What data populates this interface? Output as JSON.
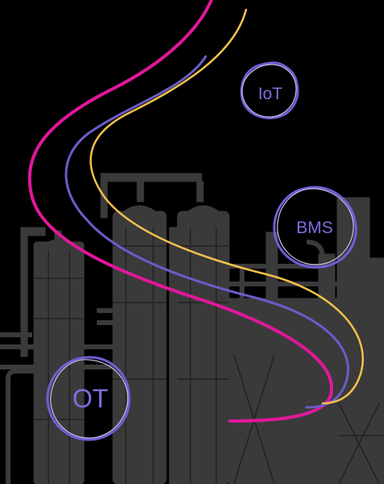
{
  "badges": {
    "iot": {
      "label": "IoT"
    },
    "bms": {
      "label": "BMS"
    },
    "ot": {
      "label": "OT"
    }
  },
  "colors": {
    "background": "#000000",
    "plant_silhouette": "#3a3a3a",
    "plant_detail": "#2a2a2a",
    "stream_magenta": "#e0189a",
    "stream_violet": "#6b5cc9",
    "stream_yellow": "#f2c14a",
    "badge_ring": "#6f5fd6",
    "badge_ring_secondary": "#c9c2e8",
    "badge_text": "#7d6ee0"
  }
}
